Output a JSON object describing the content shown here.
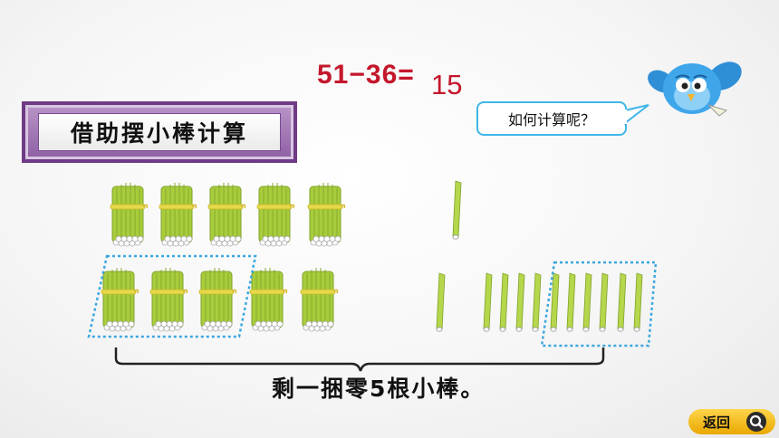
{
  "equation": {
    "expression": "51−36=",
    "answer": "15",
    "text_color": "#c4172c"
  },
  "method_label": "借助摆小棒计算",
  "bird_bubble": "如何计算呢？",
  "result_text": "剩一捆零5根小棒。",
  "back_button": {
    "label": "返回"
  },
  "sticks": {
    "top_row_bundles": 5,
    "top_row_single_sticks": 1,
    "bottom_row_bundles": 5,
    "bottom_row_single_sticks": 11,
    "bundles_crossed_out": 3,
    "single_sticks_crossed_out": 6
  },
  "colors": {
    "stick": "#b6d64c",
    "tie": "#e5d84a",
    "dotted_box": "#3aa7e0",
    "label_frame": "#8e5fa4",
    "bubble_border": "#3fb6e8",
    "bird": "#3a9fe0",
    "button": "#f2c21f"
  },
  "icons": [
    "blue-bird-icon",
    "magnifier-icon"
  ]
}
